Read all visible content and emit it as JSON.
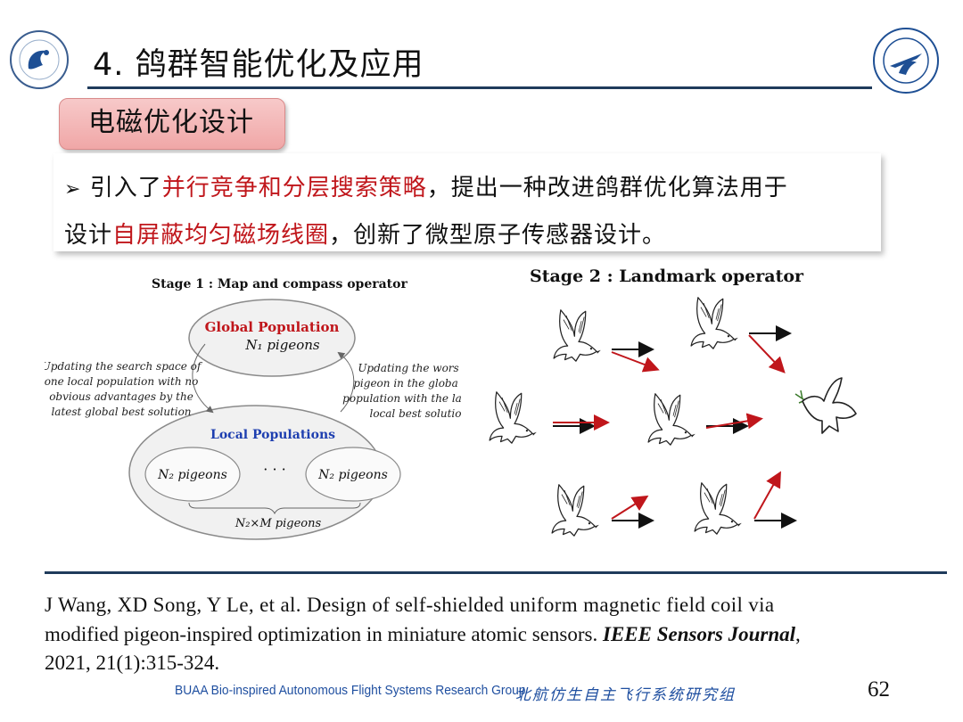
{
  "header": {
    "title": "4. 鸽群智能优化及应用",
    "left_logo_icon": "research-group-logo",
    "right_logo_icon": "beihang-university-seal"
  },
  "section": {
    "label": "电磁优化设计"
  },
  "intro": {
    "bullet_icon": "arrow-bullet-icon",
    "bullet": "➢",
    "line1_a": "引入了",
    "line1_red": "并行竞争和分层搜索策略",
    "line1_b": "，提出一种改进鸽群优化算法用于",
    "line2_a": "设计",
    "line2_red": "自屏蔽均匀磁场线圈",
    "line2_b": "，创新了微型原子传感器设计。"
  },
  "stage1": {
    "title": "Stage 1 : Map and compass operator",
    "global_title": "Global  Population",
    "global_sub": "N₁ pigeons",
    "local_title": "Local  Populations",
    "left_node": "N₂  pigeons",
    "right_node": "N₂  pigeons",
    "dots": "· · ·",
    "bottom": "N₂×M pigeons",
    "left_note": [
      "Updating the search space of",
      "one local population with no",
      "obvious advantages by the",
      "latest global best solution"
    ],
    "right_note": [
      "Updating the wors",
      "pigeon in the globa",
      "population with the la",
      "local best solutio"
    ]
  },
  "stage2": {
    "title": "Stage 2 : Landmark operator",
    "pigeon_icon": "pigeon-icon",
    "target_icon": "dove-with-olive-branch-icon"
  },
  "reference": {
    "line1": "J Wang, XD Song, Y Le, et al. Design of self-shielded uniform magnetic field coil via",
    "line2_a": "modified pigeon-inspired optimization in miniature atomic sensors. ",
    "line2_journal": "IEEE Sensors Journal",
    "line2_b": ",",
    "line3": "2021, 21(1):315-324."
  },
  "footer": {
    "english": "BUAA Bio-inspired Autonomous Flight Systems Research Group",
    "chinese": "北航仿生自主飞行系统研究组",
    "page": "62"
  },
  "colors": {
    "accent_red": "#c0161b",
    "rule_blue": "#1f3b5b",
    "footer_blue": "#1f4fa0",
    "section_pink": "#f0a7a7"
  }
}
